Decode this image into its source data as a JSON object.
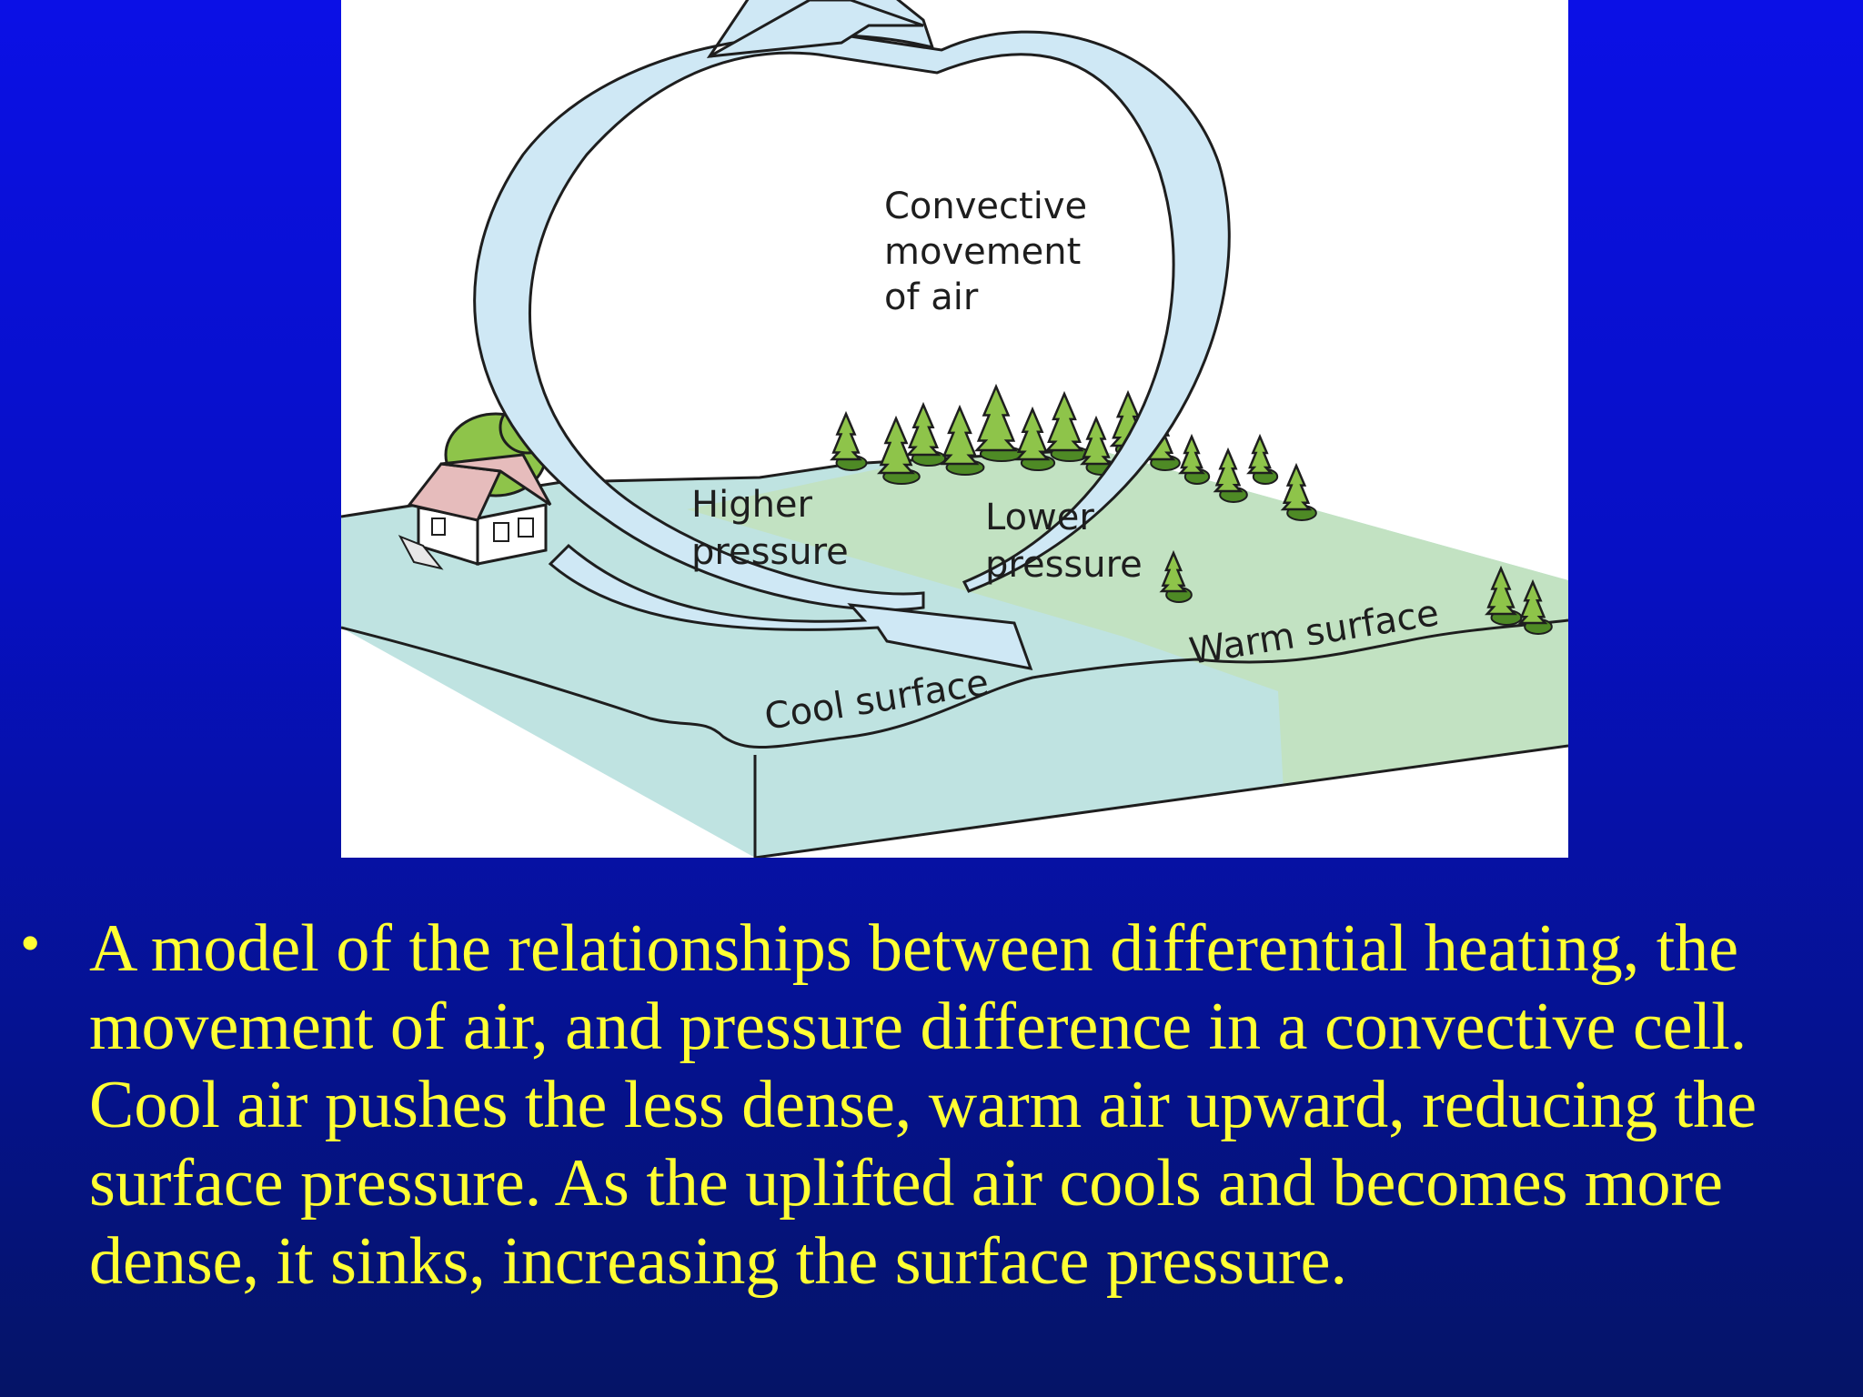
{
  "diagram": {
    "labels": {
      "convective": [
        "Convective",
        "movement",
        "of air"
      ],
      "higher": [
        "Higher",
        "pressure"
      ],
      "lower": [
        "Lower",
        "pressure"
      ],
      "warm": "Warm surface",
      "cool": "Cool surface"
    },
    "colors": {
      "arrow_fill": "#cfe8f5",
      "cool_surface": "#bfe3e1",
      "warm_surface": "#c2e2c2",
      "tree": "#8ec44a",
      "tree_dark": "#4e8a25",
      "house_roof": "#e6bcbc",
      "outline": "#1e1e1e"
    }
  },
  "caption": {
    "bullet": "•",
    "text": "A model of the relationships between differential heating, the movement of air, and pressure difference in a convective cell. Cool air pushes the less dense, warm air upward, reducing the surface pressure. As the uplifted air cools and becomes more dense, it sinks, increasing the surface pressure."
  },
  "page": {
    "background": "#0710c4",
    "text_color": "#ffff33"
  }
}
